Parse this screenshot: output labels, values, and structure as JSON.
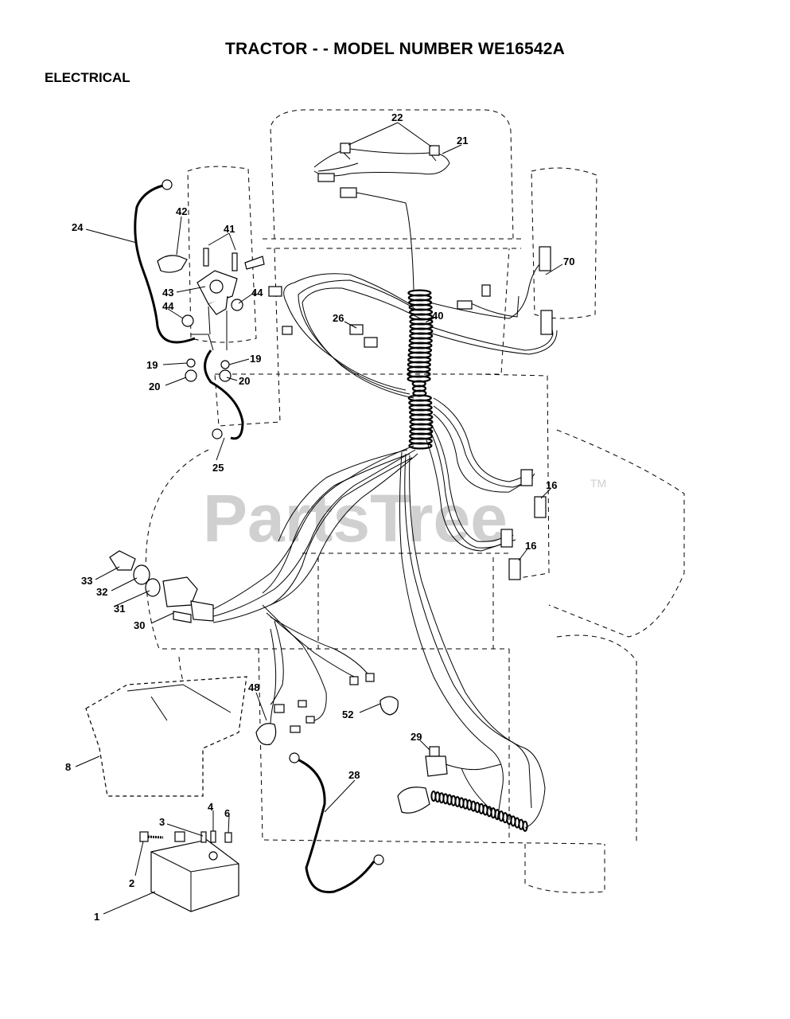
{
  "title": "TRACTOR - - MODEL NUMBER WE16542A",
  "section": "ELECTRICAL",
  "watermark": "PartsTree",
  "watermark_mark": "TM",
  "callouts": [
    {
      "id": "c22",
      "label": "22"
    },
    {
      "id": "c21",
      "label": "21"
    },
    {
      "id": "c42",
      "label": "42"
    },
    {
      "id": "c41",
      "label": "41"
    },
    {
      "id": "c24",
      "label": "24"
    },
    {
      "id": "c70",
      "label": "70"
    },
    {
      "id": "c43",
      "label": "43"
    },
    {
      "id": "c44a",
      "label": "44"
    },
    {
      "id": "c44b",
      "label": "44"
    },
    {
      "id": "c40",
      "label": "40"
    },
    {
      "id": "c26",
      "label": "26"
    },
    {
      "id": "c19a",
      "label": "19"
    },
    {
      "id": "c19b",
      "label": "19"
    },
    {
      "id": "c20a",
      "label": "20"
    },
    {
      "id": "c20b",
      "label": "20"
    },
    {
      "id": "c25",
      "label": "25"
    },
    {
      "id": "c16a",
      "label": "16"
    },
    {
      "id": "c16b",
      "label": "16"
    },
    {
      "id": "c33",
      "label": "33"
    },
    {
      "id": "c32",
      "label": "32"
    },
    {
      "id": "c31",
      "label": "31"
    },
    {
      "id": "c30",
      "label": "30"
    },
    {
      "id": "c48",
      "label": "48"
    },
    {
      "id": "c52",
      "label": "52"
    },
    {
      "id": "c29",
      "label": "29"
    },
    {
      "id": "c8",
      "label": "8"
    },
    {
      "id": "c28",
      "label": "28"
    },
    {
      "id": "c3",
      "label": "3"
    },
    {
      "id": "c4",
      "label": "4"
    },
    {
      "id": "c6",
      "label": "6"
    },
    {
      "id": "c2",
      "label": "2"
    },
    {
      "id": "c1",
      "label": "1"
    }
  ]
}
